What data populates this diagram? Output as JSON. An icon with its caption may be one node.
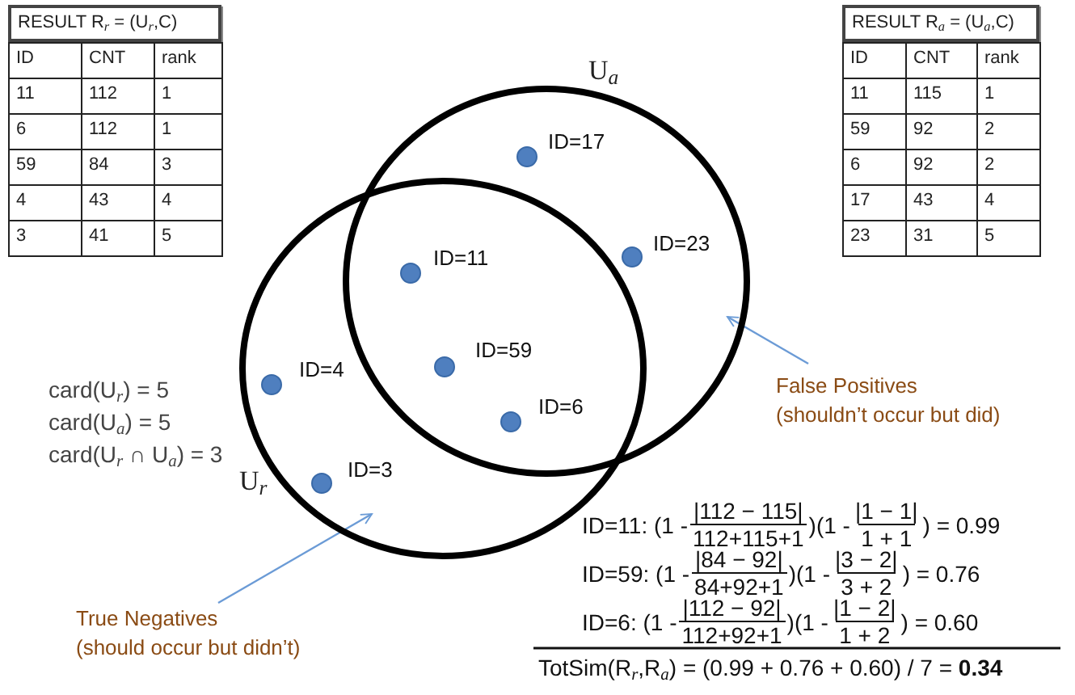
{
  "diagram": {
    "nodes": [
      {
        "text": [
          "U$_{a}$"
        ]
      },
      {
        "text": [
          "U$_{r}$"
        ]
      },
      {
        "text": [
          "ID=17"
        ],
        "in": 0
      },
      {
        "text": [
          "ID=23"
        ],
        "in": 0
      },
      {
        "text": [
          "ID=11"
        ]
      },
      {
        "text": [
          "ID=59"
        ]
      },
      {
        "text": [
          "ID=6"
        ]
      },
      {
        "text": [
          "ID=4"
        ],
        "in": 1
      },
      {
        "text": [
          "ID=3"
        ],
        "in": 1
      },
      {
        "text": [
          "False Positives",
          "(shouldn’t occur but did)"
        ]
      },
      {
        "text": [
          "True Negatives",
          "(should occur but didn’t)"
        ]
      }
    ],
    "edges": [
      {
        "from": 9,
        "to": 0,
        "arrow": "to"
      },
      {
        "from": 10,
        "to": 1,
        "arrow": "to"
      }
    ],
    "labels": [
      "RESULT R$_{r}$ = (U$_{r}$,C)",
      "ID",
      "CNT",
      "rank",
      "11",
      "112",
      "1",
      "6",
      "112",
      "1",
      "59",
      "84",
      "3",
      "4",
      "43",
      "4",
      "3",
      "41",
      "5",
      "RESULT R$_{a}$ = (U$_{a}$,C)",
      "ID",
      "CNT",
      "rank",
      "11",
      "115",
      "1",
      "59",
      "92",
      "2",
      "6",
      "92",
      "2",
      "17",
      "43",
      "4",
      "23",
      "31",
      "5",
      "card(U$_{r}$) = 5",
      "card(U$_{a}$) = 5",
      "card(U$_{r}$ ∩ U$_{a}$) = 3",
      "ID=11: (1 -",
      "|112 − 115|",
      "112+115+1",
      ")(1 -",
      "|1 − 1|",
      "1 + 1",
      ") = 0.99",
      "ID=59: (1 -",
      "|84 − 92|",
      "84+92+1",
      ")(1 -",
      "|3 − 2|",
      "3 + 2",
      ") = 0.76",
      "ID=6:   (1 -",
      "|112 − 92|",
      "112+92+1",
      ")(1 -",
      "|1 − 2|",
      "1 + 2",
      ") = 0.60",
      "TotSim(R$_{r}$,R$_{a}$) = (0.99 + 0.76 + 0.60) / 7 = **0.34**"
    ]
  }
}
